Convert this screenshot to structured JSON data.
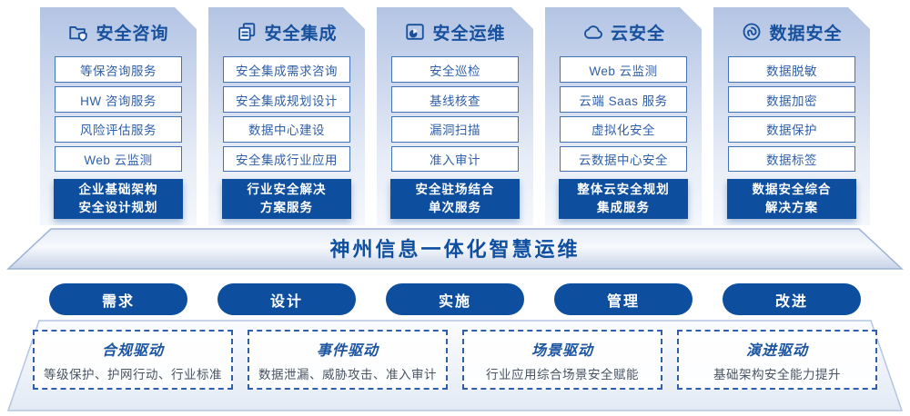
{
  "banner": {
    "title": "神州信息一体化智慧运维"
  },
  "columns": [
    {
      "title": "安全咨询",
      "icon": "folder-shield-icon",
      "items": [
        "等保咨询服务",
        "HW 咨询服务",
        "风险评估服务",
        "Web 云监测"
      ],
      "footer_line1": "企业基础架构",
      "footer_line2": "安全设计规划"
    },
    {
      "title": "安全集成",
      "icon": "documents-icon",
      "items": [
        "安全集成需求咨询",
        "安全集成规划设计",
        "数据中心建设",
        "安全集成行业应用"
      ],
      "footer_line1": "行业安全解决",
      "footer_line2": "方案服务"
    },
    {
      "title": "安全运维",
      "icon": "folder-pie-icon",
      "items": [
        "安全巡检",
        "基线核查",
        "漏洞扫描",
        "准入审计"
      ],
      "footer_line1": "安全驻场结合",
      "footer_line2": "单次服务"
    },
    {
      "title": "云安全",
      "icon": "cloud-icon",
      "items": [
        "Web 云监测",
        "云端 Saas 服务",
        "虚拟化安全",
        "云数据中心安全"
      ],
      "footer_line1": "整体云安全规划",
      "footer_line2": "集成服务"
    },
    {
      "title": "数据安全",
      "icon": "fingerprint-icon",
      "items": [
        "数据脱敏",
        "数据加密",
        "数据保护",
        "数据标签"
      ],
      "footer_line1": "数据安全综合",
      "footer_line2": "解决方案"
    }
  ],
  "pills": [
    "需求",
    "设计",
    "实施",
    "管理",
    "改进"
  ],
  "drivers": [
    {
      "title": "合规驱动",
      "desc": "等级保护、护网行动、行业标准"
    },
    {
      "title": "事件驱动",
      "desc": "数据泄漏、威胁攻击、准入审计"
    },
    {
      "title": "场景驱动",
      "desc": "行业应用综合场景安全赋能"
    },
    {
      "title": "演进驱动",
      "desc": "基础架构安全能力提升"
    }
  ],
  "colors": {
    "primary": "#0e4e9e",
    "header_text": "#17519e",
    "item_border": "#4472b4",
    "item_text": "#2f5fa7",
    "desc_text": "#4a5363",
    "card_gradient_top": "#b3c4e3",
    "card_gradient_bottom": "#f4f7fc"
  }
}
